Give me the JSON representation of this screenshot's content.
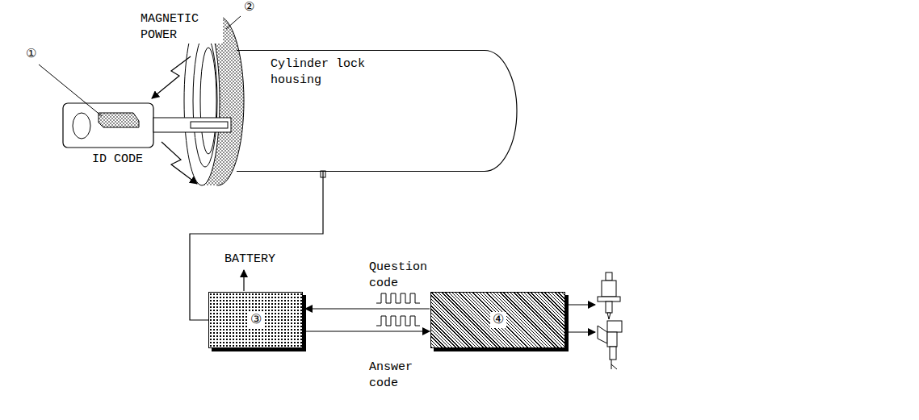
{
  "diagram": {
    "nodes": [
      {
        "text": [
          "Cylinder lock housing"
        ]
      },
      {
        "text": [
          "③"
        ]
      },
      {
        "text": [
          "④"
        ]
      }
    ],
    "edges": [
      {
        "from": 0,
        "to": 1,
        "arrow": "none"
      },
      {
        "from": 2,
        "to": 1,
        "arrow": "to",
        "label": "Question code"
      },
      {
        "from": 1,
        "to": 2,
        "arrow": "to",
        "label": "Answer code"
      }
    ],
    "labels": [
      "①",
      "MAGNETIC POWER",
      "②",
      "ID CODE",
      "BATTERY"
    ]
  }
}
